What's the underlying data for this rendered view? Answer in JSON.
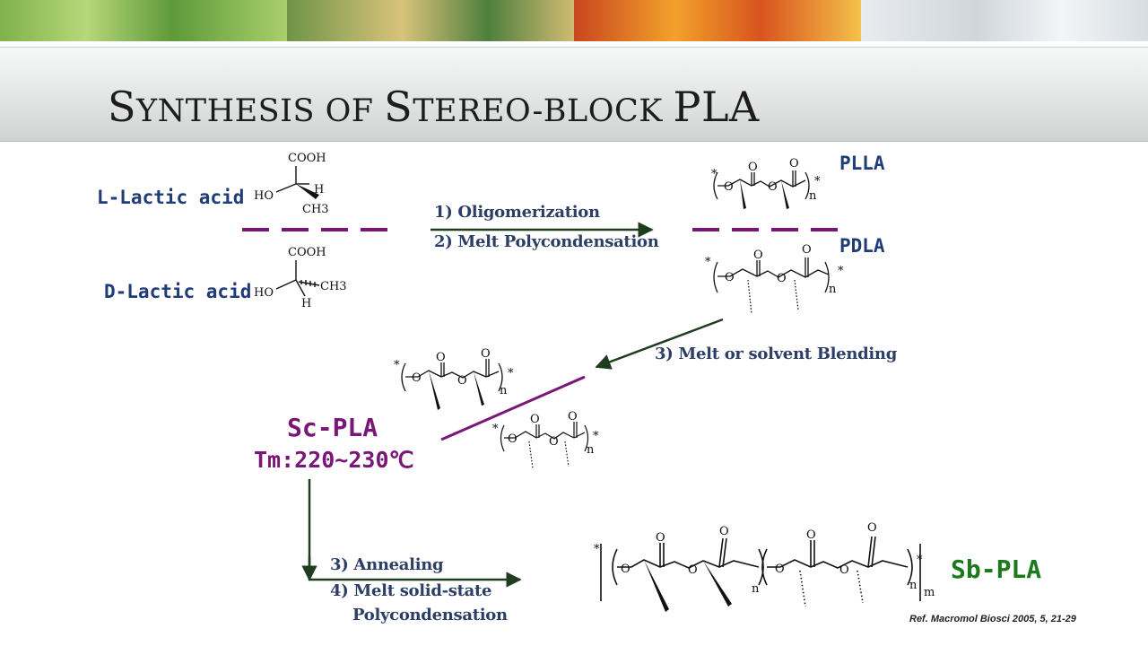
{
  "slide": {
    "title_parts": [
      "S",
      "YNTHESIS OF ",
      "S",
      "TEREO-BLOCK ",
      "PLA"
    ]
  },
  "labels": {
    "l_lactic": "L-Lactic acid",
    "d_lactic": "D-Lactic acid",
    "plla": "PLLA",
    "pdla": "PDLA",
    "sc_pla": "Sc-PLA",
    "tm": "Tm:220~230℃",
    "sb_pla": "Sb-PLA"
  },
  "steps": {
    "s1": "1) Oligomerization",
    "s2": "2) Melt Polycondensation",
    "s3": "3) Melt or solvent Blending",
    "s4": "3) Annealing",
    "s5": "4) Melt solid-state",
    "s6": "Polycondensation"
  },
  "chem": {
    "cooh": "COOH",
    "ho": "HO",
    "h": "H",
    "ch3": "CH3",
    "o": "O",
    "star": "*",
    "n": "n",
    "m": "m"
  },
  "reference": "Ref. Macromol Biosci 2005, 5, 21-29",
  "colors": {
    "purple": "#7a1677",
    "dark_green_arrow": "#1e3d1e",
    "blue_text": "#1f3c78",
    "green_text": "#1b7a1b"
  }
}
